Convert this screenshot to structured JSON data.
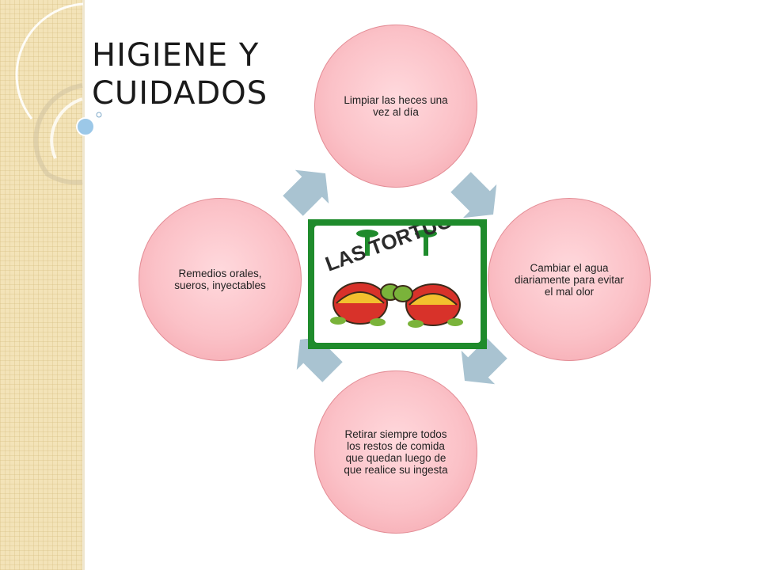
{
  "slide": {
    "title": "HIGIENE Y\nCUIDADOS"
  },
  "diagram": {
    "nodes": [
      {
        "id": "top",
        "label": "Limpiar las heces una vez al día"
      },
      {
        "id": "right",
        "label": "Cambiar el agua diariamente para evitar el mal olor"
      },
      {
        "id": "bottom",
        "label": "Retirar siempre todos los restos de comida que quedan luego de que realice su ingesta"
      },
      {
        "id": "left",
        "label": "Remedios orales, sueros, inyectables"
      }
    ],
    "center_logo": {
      "text": "LAS TORTUGAS",
      "icon": "turtles-logo-image"
    },
    "colors": {
      "node_fill": "#fbc1c7",
      "node_border": "#e38c95",
      "arrow": "#a9c3d1",
      "logo_frame": "#1f8b2c"
    }
  }
}
